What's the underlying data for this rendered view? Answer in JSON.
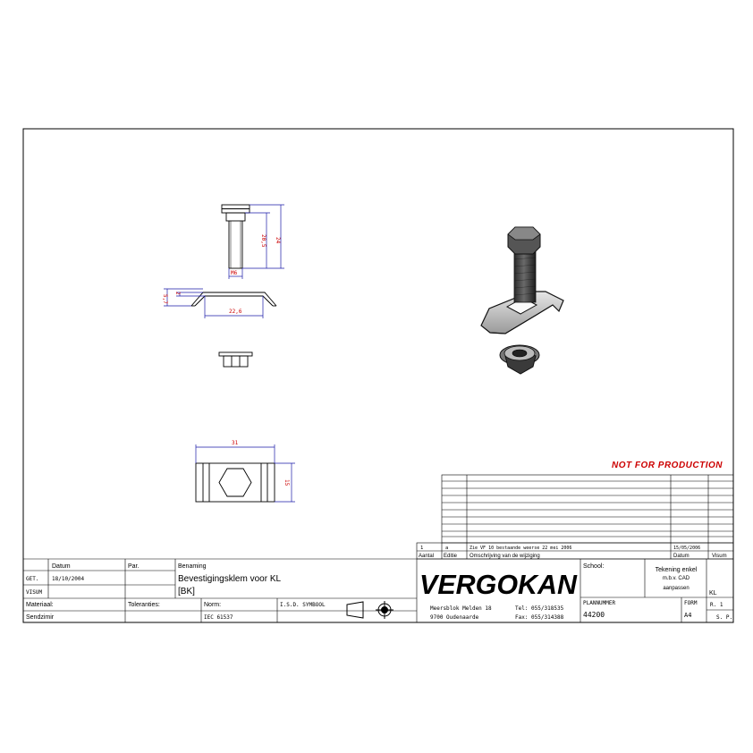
{
  "warning": {
    "text": "NOT FOR PRODUCTION",
    "color": "#cc0000"
  },
  "dimensions": {
    "bolt_total": "24",
    "bolt_shank": "20,5",
    "bolt_thread": "M6",
    "clip_height_outer": "5,7",
    "clip_height_inner": "2",
    "clip_width": "22,6",
    "top_width": "31",
    "top_height": "15"
  },
  "revision": {
    "number": "1",
    "letter": "a",
    "description": "Zie VF 10 bestaande weerse 22 mei 2006",
    "date": "15/05/2006",
    "headers": {
      "aantal": "Aantal",
      "editie": "Editie",
      "omschrijving": "Omschrijving van de wijziging",
      "datum": "Datum",
      "visum": "Visum"
    }
  },
  "title_block": {
    "datum_header": "Datum",
    "par_header": "Par.",
    "benaming_header": "Benaming",
    "get_label": "GET.",
    "get_date": "18/10/2004",
    "visum_label": "VISUM",
    "name_line1": "Bevestigingsklem voor KL",
    "name_line2": "[BK]",
    "materiaal_label": "Materiaal:",
    "toleranties_label": "Toleranties:",
    "norm_label": "Norm:",
    "norm_value": "IEC 61537",
    "isd_label": "I.S.D. SYMBOOL",
    "sendzimir_label": "Sendzimir",
    "logo": "VERGOKAN",
    "address_line1": "Meersblok Melden 18",
    "address_line2": "9700 Oudenaarde",
    "tel": "Tel: 055/318535",
    "fax": "Fax: 055/314388",
    "school_label": "School:",
    "note_line1": "Tekening enkel",
    "note_line2": "m.b.v. CAD",
    "note_line3": "aanpassen",
    "kl_code": "KL",
    "plannummer_label": "PLANNUMMER",
    "plannummer_value": "44200",
    "form_label": "FORM",
    "form_value": "A4",
    "sheet_r": "R. 1",
    "sheet_s": "S. P."
  }
}
